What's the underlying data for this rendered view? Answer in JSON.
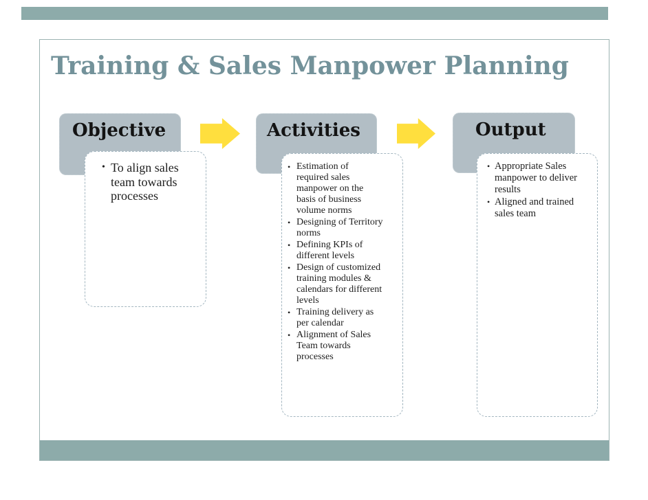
{
  "slide": {
    "title": "Training & Sales Manpower Planning",
    "glyphs": {
      "bullet": "•"
    },
    "colors": {
      "accent_teal": "#8dabaa",
      "header_box_gray": "#b2bec5",
      "arrow_yellow": "#ffdf3e",
      "title_text": "#73929a",
      "body_text": "#1e1e1e",
      "dashed_border": "#a3b6c0",
      "slide_border": "#9bb2b1"
    },
    "columns": [
      {
        "header": "Objective",
        "bullets": [
          "To align sales\nteam towards\nprocesses"
        ]
      },
      {
        "header": "Activities",
        "bullets": [
          "Estimation of\nrequired sales\nmanpower on the\nbasis of business\nvolume norms",
          "Designing of Territory\nnorms",
          "Defining KPIs of\ndifferent levels",
          "Design of customized\ntraining modules &\ncalendars for different\nlevels",
          "Training delivery as\nper calendar",
          "Alignment of Sales\nTeam towards\nprocesses"
        ]
      },
      {
        "header": "Output",
        "bullets": [
          "Appropriate Sales\nmanpower to deliver\nresults",
          "Aligned and trained\nsales team"
        ]
      }
    ]
  }
}
